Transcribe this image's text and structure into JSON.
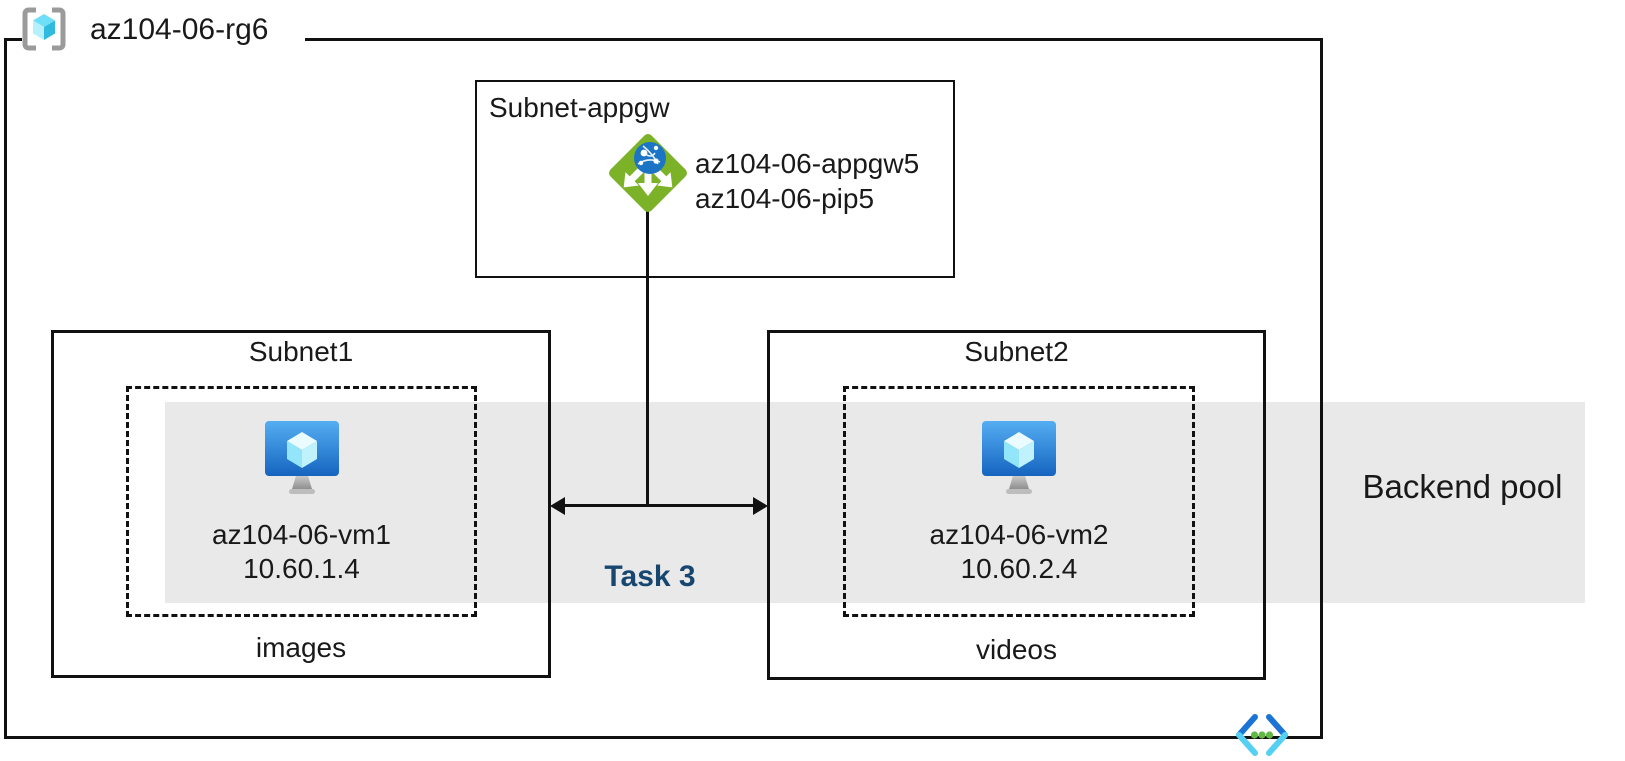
{
  "resource_group": {
    "name": "az104-06-rg6",
    "icon": "resource-group-icon"
  },
  "appgw_subnet": {
    "title": "Subnet-appgw",
    "gateway": {
      "icon": "application-gateway-icon",
      "lines": [
        "az104-06-appgw5",
        "az104-06-pip5"
      ]
    }
  },
  "subnet1": {
    "title": "Subnet1",
    "vm": {
      "icon": "virtual-machine-icon",
      "name": "az104-06-vm1",
      "ip": "10.60.1.4"
    },
    "caption": "images"
  },
  "subnet2": {
    "title": "Subnet2",
    "vm": {
      "icon": "virtual-machine-icon",
      "name": "az104-06-vm2",
      "ip": "10.60.2.4"
    },
    "caption": "videos"
  },
  "backend_pool": {
    "label": "Backend pool"
  },
  "task": {
    "label": "Task 3"
  },
  "vnet": {
    "icon": "virtual-network-icon"
  },
  "colors": {
    "band_gray": "#e9e9e9",
    "task_text_blue": "#17466e",
    "appgw_green": "#7cb228",
    "globe_blue": "#1c74c4",
    "vm_blue_top": "#55aef2",
    "vm_blue_bottom": "#1564c0",
    "cube_cyan_light": "#b5f1fc",
    "cube_cyan": "#6fdef7",
    "cube_cyan_dark": "#2ebbdd",
    "vnet_dark_blue": "#1b74d4",
    "vnet_light_blue": "#55d0f2",
    "vnet_dot_green": "#63b946",
    "line_black": "#111111",
    "text": "#191919"
  }
}
